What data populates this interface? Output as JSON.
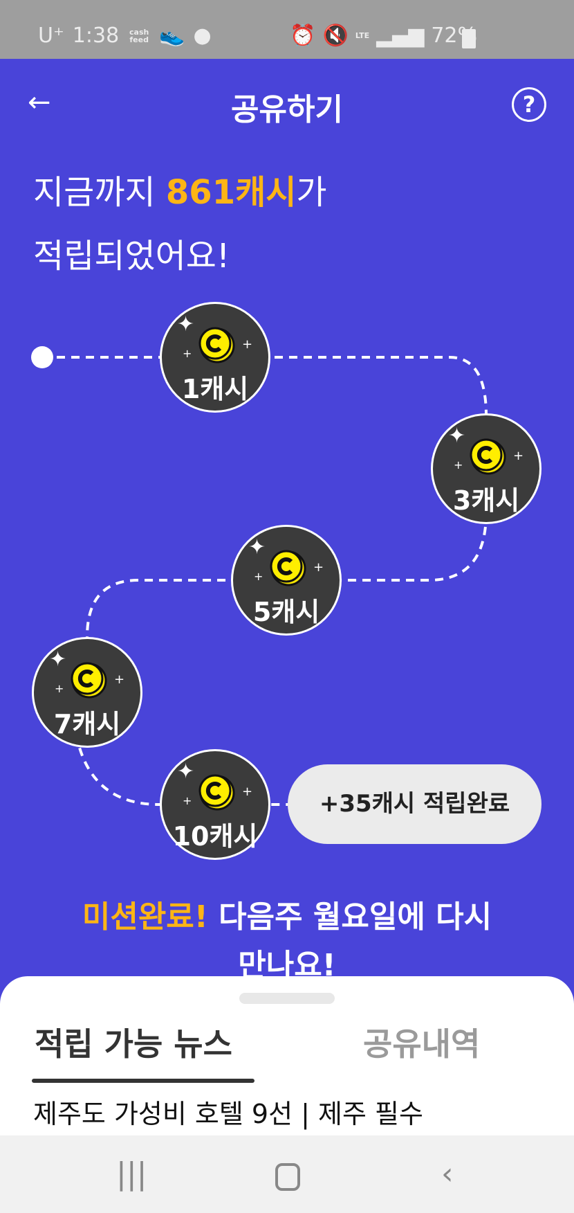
{
  "status_bar": {
    "carrier": "U⁺",
    "time": "1:38",
    "app_badge": "cash feed",
    "network": "LTE",
    "battery": "72%"
  },
  "header": {
    "title": "공유하기",
    "back_icon": "arrow-left-icon",
    "help_icon": "question-circle-icon"
  },
  "headline": {
    "prefix": "지금까지 ",
    "amount": "861캐시",
    "suffix": "가",
    "line2": "적립되었어요!"
  },
  "steps": [
    {
      "label": "1캐시"
    },
    {
      "label": "3캐시"
    },
    {
      "label": "5캐시"
    },
    {
      "label": "7캐시"
    },
    {
      "label": "10캐시"
    }
  ],
  "completion_pill": "+35캐시 적립완료",
  "mission": {
    "highlight": "미션완료!",
    "text": " 다음주 월요일에 다시",
    "line2": "만나요!"
  },
  "sheet": {
    "tabs": [
      {
        "label": "적립 가능 뉴스",
        "active": true
      },
      {
        "label": "공유내역",
        "active": false
      }
    ],
    "news_preview": "제주도 가성비 호텔 9선 | 제주 필수"
  },
  "colors": {
    "background": "#4944D9",
    "accent": "#FDB515"
  }
}
